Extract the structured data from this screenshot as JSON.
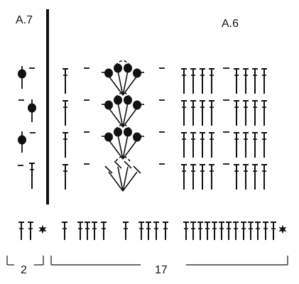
{
  "chart_labels": {
    "left_chart": "A.7",
    "right_chart": "A.6"
  },
  "stitch_counts": {
    "left": "2",
    "right": "17"
  },
  "symbols": {
    "tall_stitch": "treble-symbol",
    "chain": "chain-dash-symbol",
    "bobble": "bobble-dot-symbol",
    "star": "start-star-symbol",
    "arch": "chain-arch-symbol"
  },
  "colors": {
    "ink": "#111111",
    "background": "#ffffff"
  }
}
